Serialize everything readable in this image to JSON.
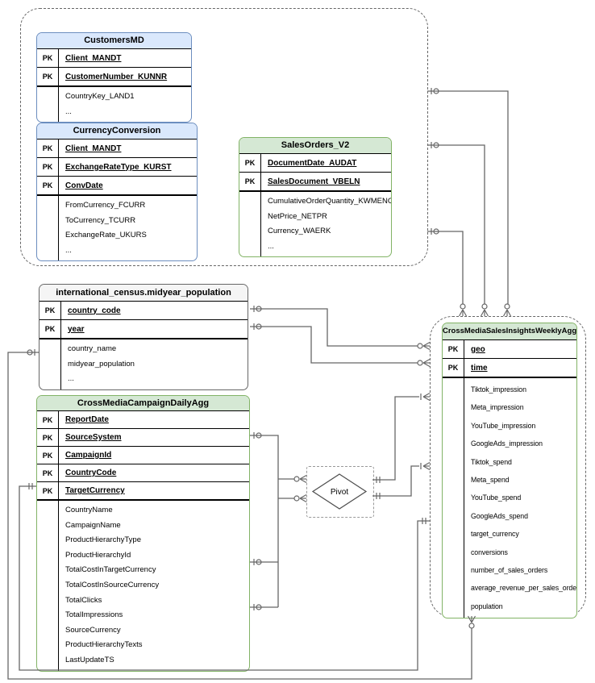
{
  "diagram": {
    "pivot": {
      "label": "Pivot"
    },
    "colors": {
      "blue_fill": "#dae8fc",
      "blue_border": "#6c8ebf",
      "green_fill": "#d5e8d4",
      "green_border": "#82b366",
      "gray_fill": "#f5f5f5",
      "gray_border": "#666666",
      "line": "#666666"
    },
    "tables": [
      {
        "id": "customers",
        "title": "CustomersMD",
        "pk_label": "PK",
        "header_fill": "#dae8fc",
        "border_color": "#6c8ebf",
        "primary_keys": [
          "Client_MANDT",
          "CustomerNumber_KUNNR"
        ],
        "columns": [
          "CountryKey_LAND1",
          "..."
        ]
      },
      {
        "id": "currency",
        "title": "CurrencyConversion",
        "pk_label": "PK",
        "header_fill": "#dae8fc",
        "border_color": "#6c8ebf",
        "primary_keys": [
          "Client_MANDT",
          "ExchangeRateType_KURST",
          "ConvDate"
        ],
        "columns": [
          "FromCurrency_FCURR",
          "ToCurrency_TCURR",
          "ExchangeRate_UKURS",
          "..."
        ]
      },
      {
        "id": "sales",
        "title": "SalesOrders_V2",
        "pk_label": "PK",
        "header_fill": "#d5e8d4",
        "border_color": "#82b366",
        "primary_keys": [
          "DocumentDate_AUDAT",
          "SalesDocument_VBELN"
        ],
        "columns": [
          "CumulativeOrderQuantity_KWMENG",
          "NetPrice_NETPR",
          "Currency_WAERK",
          "..."
        ]
      },
      {
        "id": "census",
        "title": "international_census.midyear_population",
        "pk_label": "PK",
        "header_fill": "#f5f5f5",
        "border_color": "#666666",
        "primary_keys": [
          "country_code",
          "year"
        ],
        "columns": [
          "country_name",
          "midyear_population",
          "..."
        ]
      },
      {
        "id": "daily",
        "title": "CrossMediaCampaignDailyAgg",
        "pk_label": "PK",
        "header_fill": "#d5e8d4",
        "border_color": "#82b366",
        "primary_keys": [
          "ReportDate",
          "SourceSystem",
          "CampaignId",
          "CountryCode",
          "TargetCurrency"
        ],
        "columns": [
          "CountryName",
          "CampaignName",
          "ProductHierarchyType",
          "ProductHierarchyId",
          "TotalCostInTargetCurrency",
          "TotalCostInSourceCurrency",
          "TotalClicks",
          "TotalImpressions",
          "SourceCurrency",
          "ProductHierarchyTexts",
          "LastUpdateTS"
        ]
      },
      {
        "id": "weekly",
        "title": "CrossMediaSalesInsightsWeeklyAgg",
        "pk_label": "PK",
        "header_fill": "#d5e8d4",
        "border_color": "#82b366",
        "primary_keys": [
          "geo",
          "time"
        ],
        "columns": [
          "Tiktok_impression",
          "Meta_impression",
          "YouTube_impression",
          "GoogleAds_impression",
          "Tiktok_spend",
          "Meta_spend",
          "YouTube_spend",
          "GoogleAds_spend",
          "target_currency",
          "conversions",
          "number_of_sales_orders",
          "average_revenue_per_sales_order",
          "population"
        ]
      }
    ]
  }
}
